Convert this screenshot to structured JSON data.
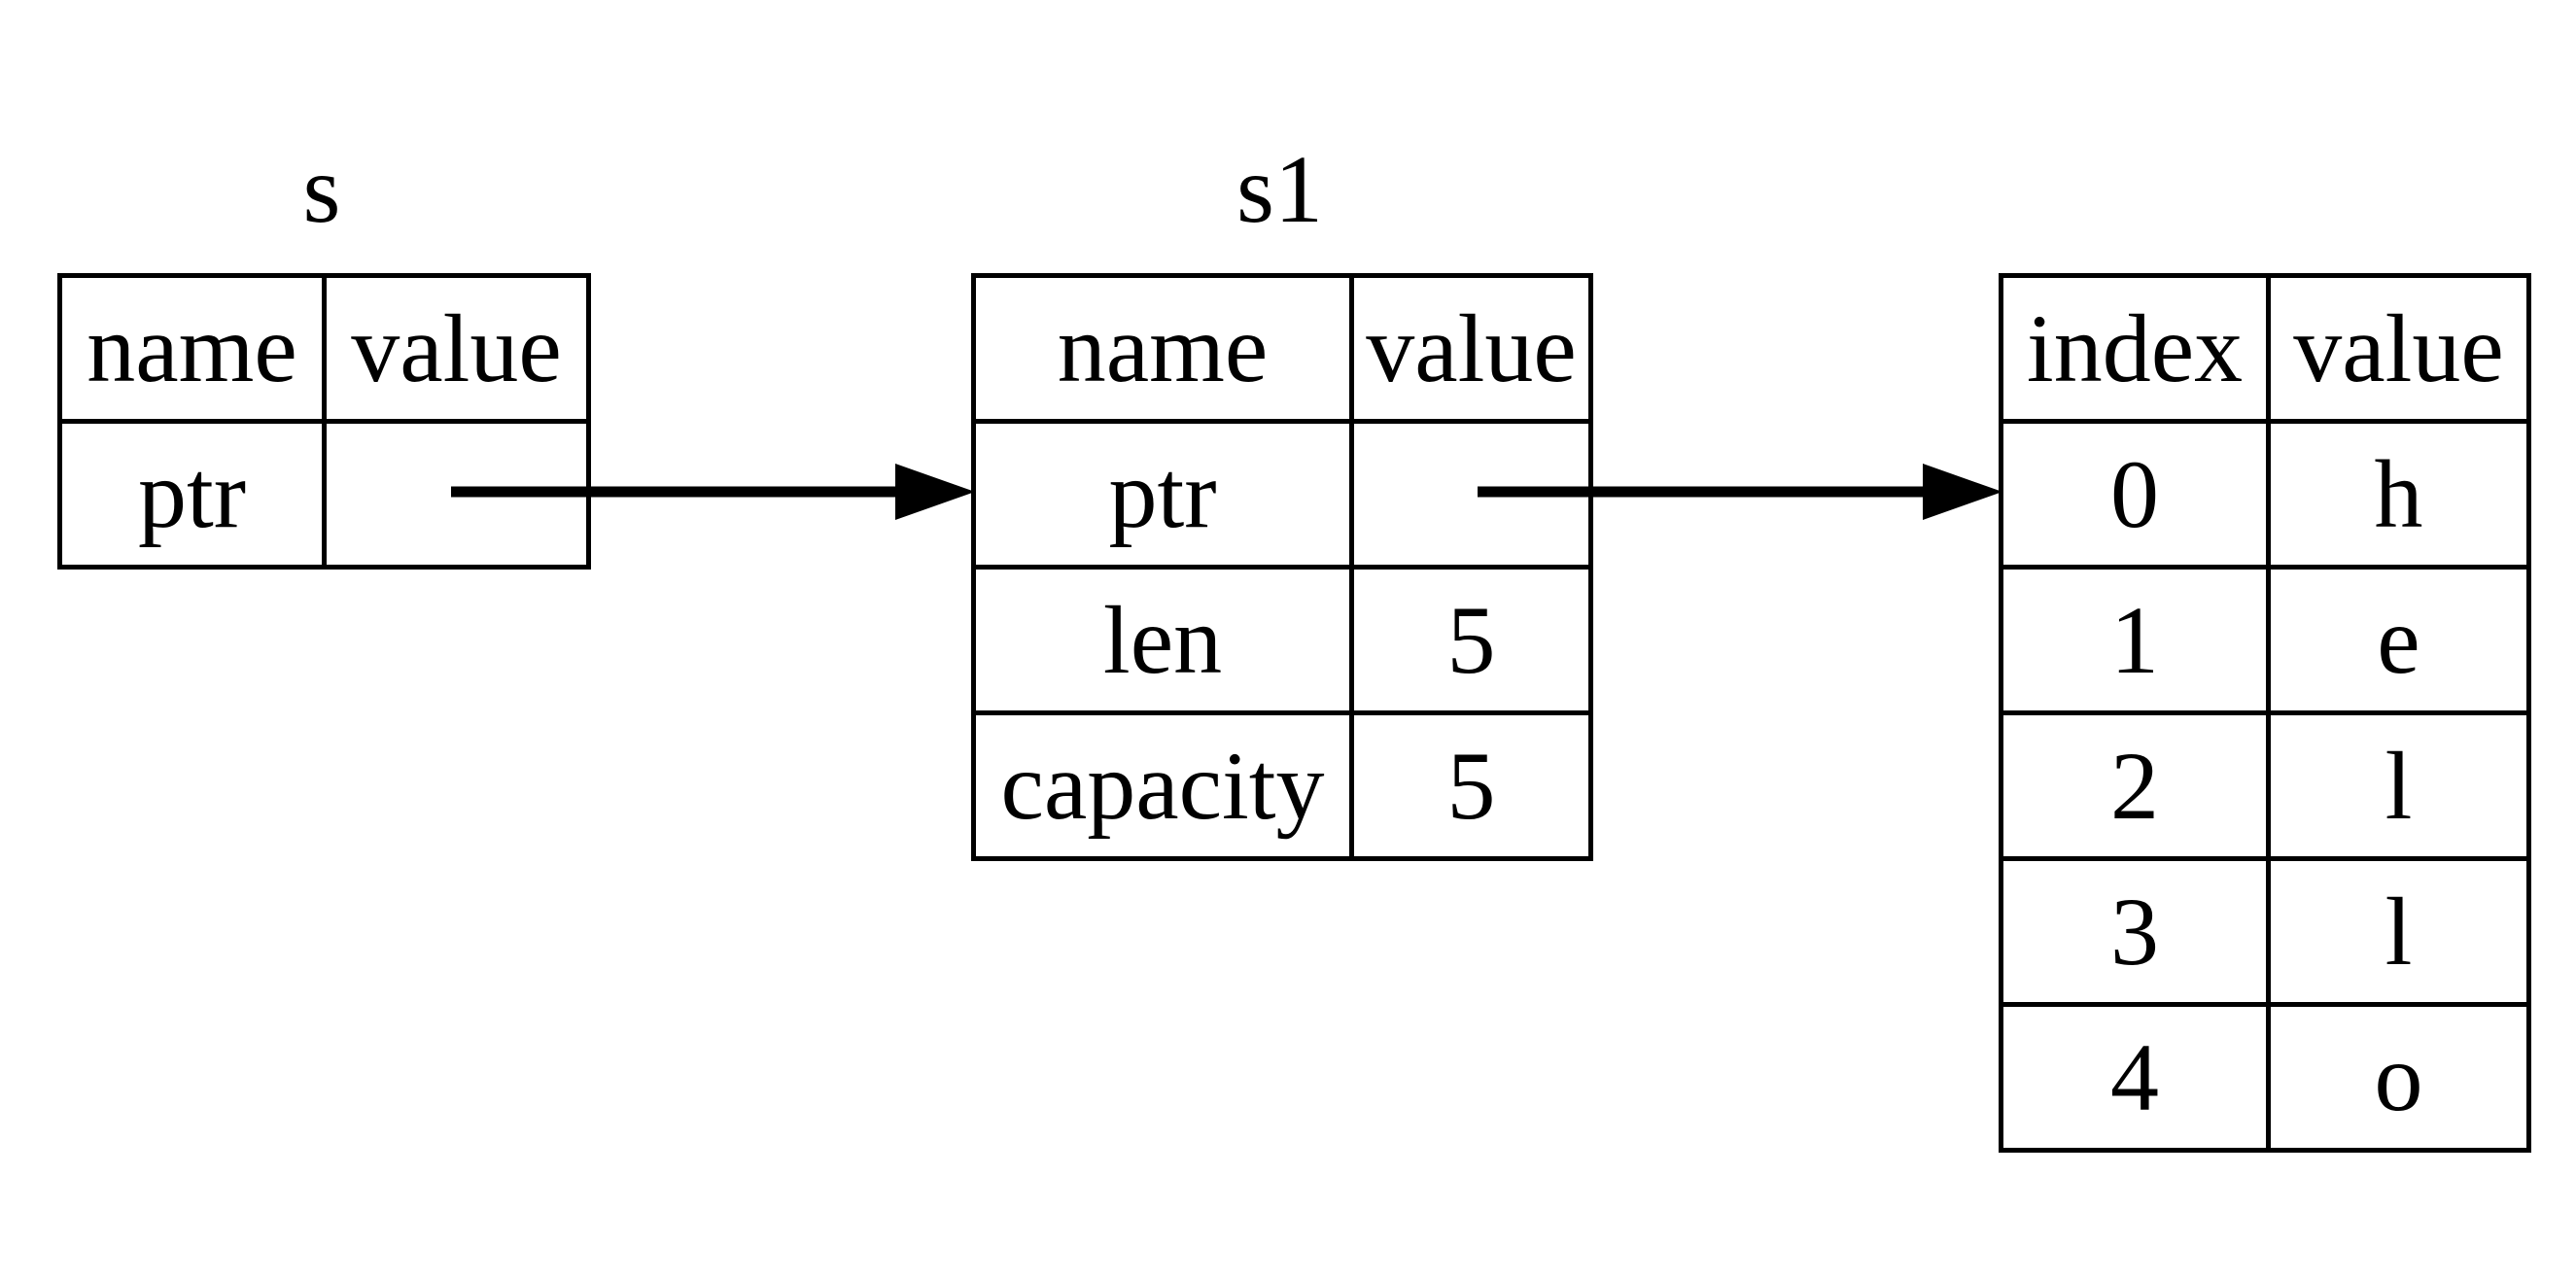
{
  "colors": {
    "background": "#ffffff",
    "foreground": "#000000"
  },
  "tables": {
    "s": {
      "title": "s",
      "headers": [
        "name",
        "value"
      ],
      "rows": [
        {
          "name": "ptr",
          "value": ""
        }
      ]
    },
    "s1": {
      "title": "s1",
      "headers": [
        "name",
        "value"
      ],
      "rows": [
        {
          "name": "ptr",
          "value": ""
        },
        {
          "name": "len",
          "value": "5"
        },
        {
          "name": "capacity",
          "value": "5"
        }
      ]
    },
    "heap": {
      "headers": [
        "index",
        "value"
      ],
      "rows": [
        {
          "index": "0",
          "value": "h"
        },
        {
          "index": "1",
          "value": "e"
        },
        {
          "index": "2",
          "value": "l"
        },
        {
          "index": "3",
          "value": "l"
        },
        {
          "index": "4",
          "value": "o"
        }
      ]
    }
  },
  "arrows": [
    {
      "name": "s-ptr-to-s1",
      "from": "s.ptr",
      "to": "s1"
    },
    {
      "name": "s1-ptr-to-heap",
      "from": "s1.ptr",
      "to": "heap.row-0"
    }
  ]
}
